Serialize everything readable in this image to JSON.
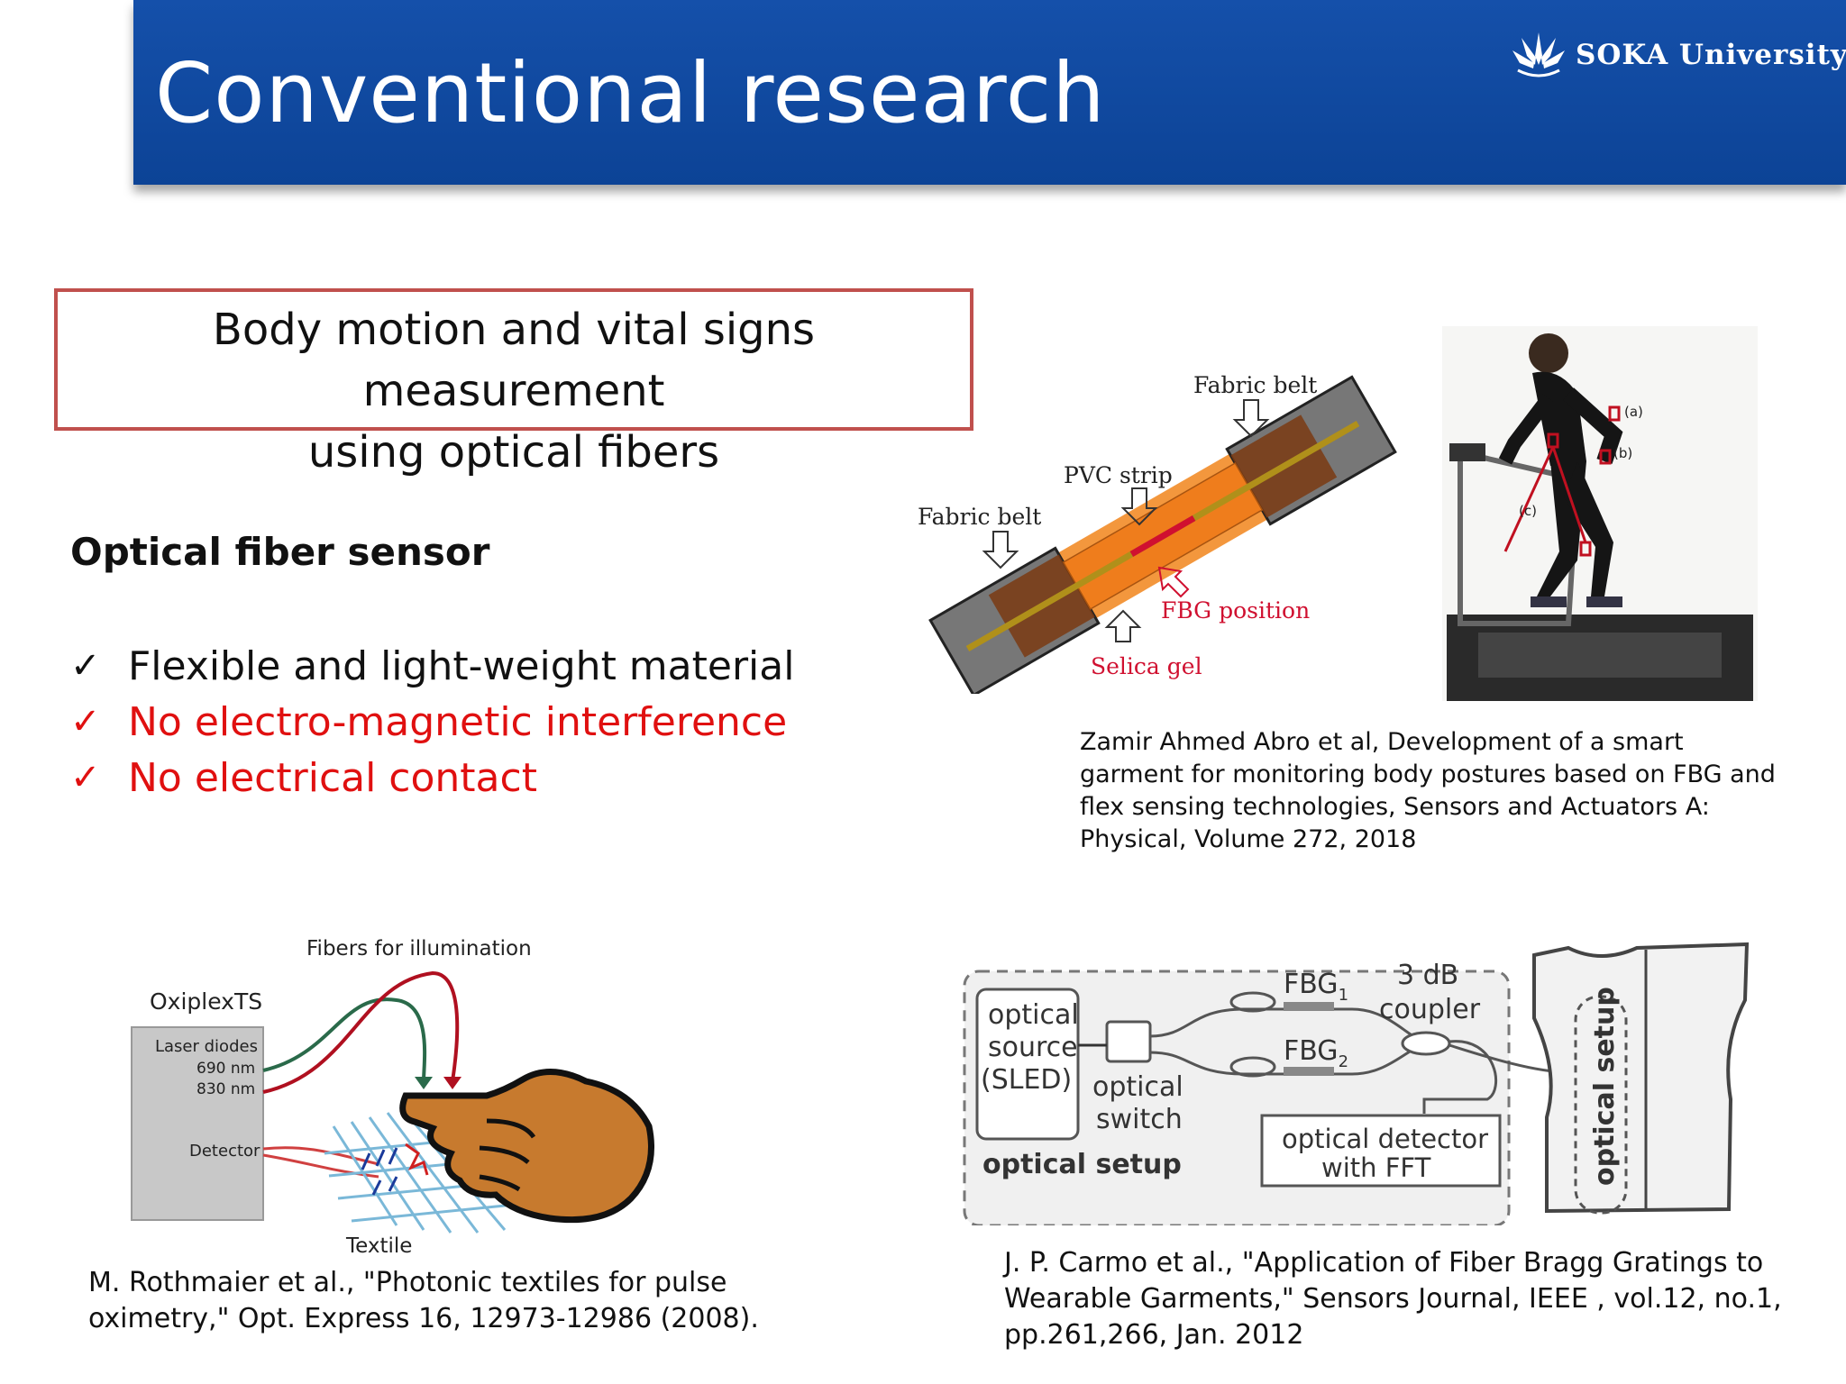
{
  "header": {
    "title": "Conventional research",
    "logo_text": "SOKA University",
    "colors": {
      "band": "#0d47a1",
      "text": "#ffffff"
    }
  },
  "topic_box": {
    "line1": "Body motion and vital signs measurement",
    "line2": "using optical fibers",
    "border_color": "#c0504d"
  },
  "section": {
    "title": "Optical fiber sensor",
    "check_mark": "✓",
    "bullets": [
      {
        "text": "Flexible and light-weight material",
        "color": "#111111"
      },
      {
        "text": "No electro-magnetic interference",
        "color": "#e01010"
      },
      {
        "text": "No electrical contact",
        "color": "#e01010"
      }
    ]
  },
  "fig_belt": {
    "fabric_belt_label_1": "Fabric belt",
    "fabric_belt_label_2": "Fabric belt",
    "pvc_strip_label": "PVC strip",
    "fbg_position_label": "FBG position",
    "selica_gel_label": "Selica gel",
    "marker_a": "(a)",
    "marker_b": "(b)",
    "marker_c": "(c)"
  },
  "caption_abro": {
    "line1": "Zamir Ahmed Abro et al, Development of a smart",
    "line2": "garment for monitoring body postures based on FBG and",
    "line3": "flex sensing technologies, Sensors and Actuators A:",
    "line4": "Physical, Volume 272, 2018"
  },
  "fig_oximetry": {
    "fibers_label": "Fibers for illumination",
    "device_label": "OxiplexTS",
    "laser_label": "Laser diodes",
    "wavelength_1": "690 nm",
    "wavelength_2": "830 nm",
    "detector_label": "Detector",
    "textile_label": "Textile"
  },
  "caption_rothmaier": {
    "line1": "M. Rothmaier et al., \"Photonic textiles for pulse",
    "line2": "oximetry,\" Opt. Express  16, 12973-12986 (2008)."
  },
  "fig_setup": {
    "source_line1": "optical",
    "source_line2": "source",
    "source_line3": "(SLED)",
    "switch_line1": "optical",
    "switch_line2": "switch",
    "fbg1": "FBG",
    "fbg1_sub": "1",
    "fbg2": "FBG",
    "fbg2_sub": "2",
    "coupler_line1": "3 dB",
    "coupler_line2": "coupler",
    "detector_line1": "optical detector",
    "detector_line2": "with FFT",
    "setup_label": "optical setup",
    "vest_label": "optical setup"
  },
  "caption_carmo": {
    "line1": "J. P. Carmo et al., \"Application of Fiber Bragg Gratings to",
    "line2": "Wearable Garments,\" Sensors Journal, IEEE , vol.12, no.1,",
    "line3": "pp.261,266, Jan. 2012"
  }
}
